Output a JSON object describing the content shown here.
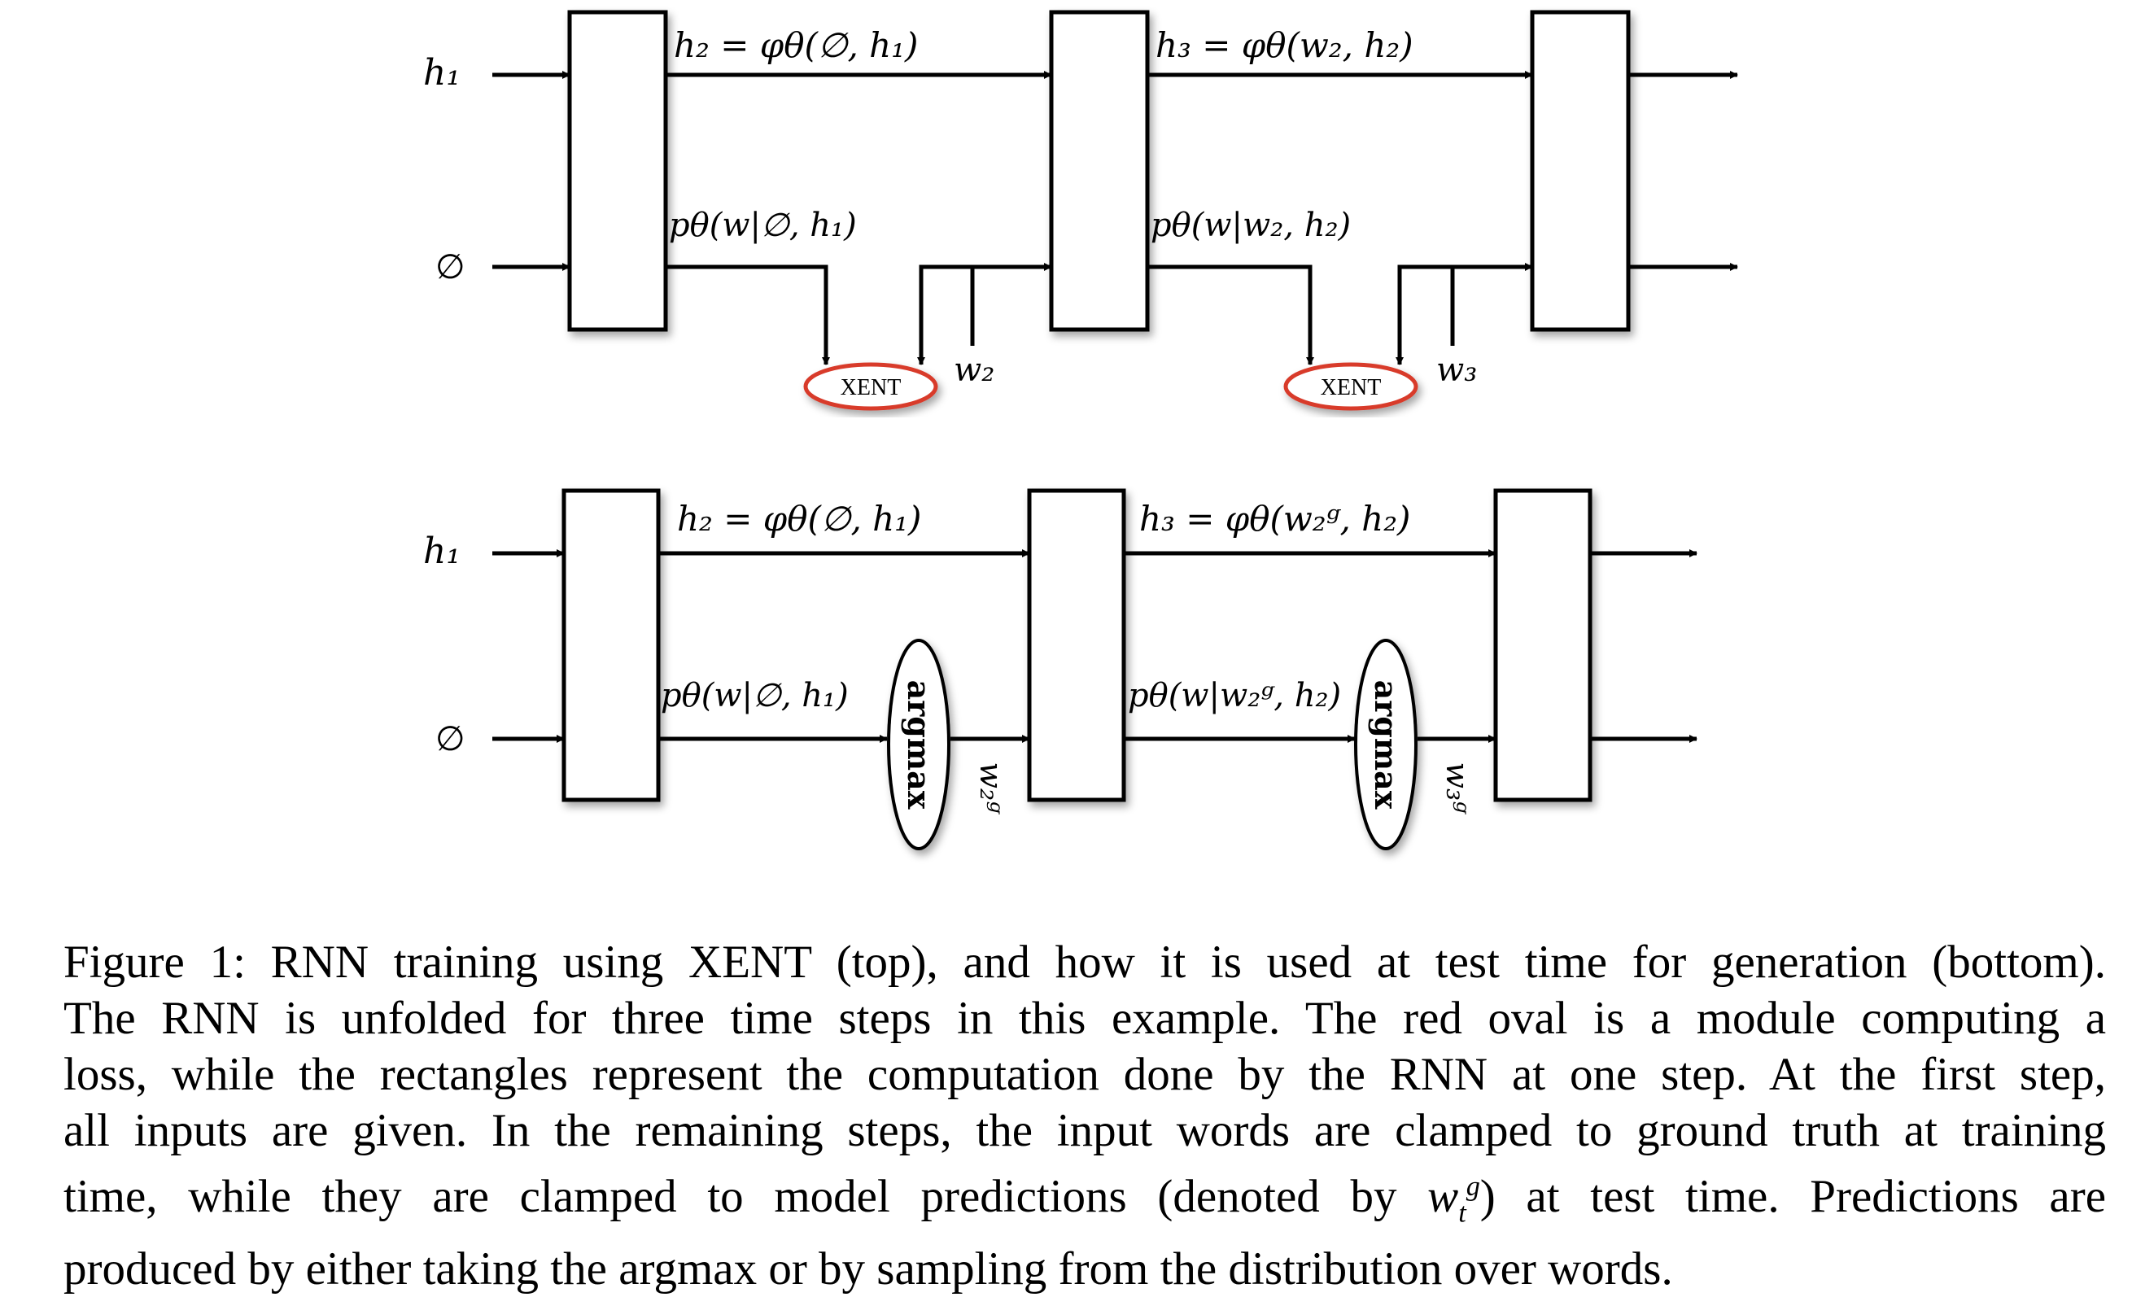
{
  "top_diagram": {
    "input_h": "h₁",
    "input_empty": "∅",
    "label_h2": "h₂ = φθ(∅, h₁)",
    "label_h3": "h₃ = φθ(w₂, h₂)",
    "label_p1": "pθ(w|∅, h₁)",
    "label_p2": "pθ(w|w₂, h₂)",
    "loss_1": "XENT",
    "loss_2": "XENT",
    "word_2": "w₂",
    "word_3": "w₃"
  },
  "bottom_diagram": {
    "input_h": "h₁",
    "input_empty": "∅",
    "label_h2": "h₂ = φθ(∅, h₁)",
    "label_h3": "h₃ = φθ(w₂ᵍ, h₂)",
    "label_p1": "pθ(w|∅, h₁)",
    "label_p2": "pθ(w|w₂ᵍ, h₂)",
    "argmax_1": "argmax",
    "argmax_2": "argmax",
    "pred_2": "w₂ᵍ",
    "pred_3": "w₃ᵍ"
  },
  "colors": {
    "loss_oval": "#d83a2c",
    "stroke": "#000000"
  },
  "caption": {
    "line1": "Figure 1: RNN training using XENT (top), and how it is used at test time for generation (bottom).",
    "line2": "The RNN is unfolded for three time steps in this example. The red oval is a module computing a",
    "line3": "loss, while the rectangles represent the computation done by the RNN at one step. At the first step,",
    "line4": "all inputs are given. In the remaining steps, the input words are clamped to ground truth at training",
    "line5_a": "time, while they are clamped to model predictions (denoted by ",
    "line5_math": "w",
    "line5_b": ") at test time. Predictions are",
    "line6": "produced by either taking the argmax or by sampling from the distribution over words."
  }
}
